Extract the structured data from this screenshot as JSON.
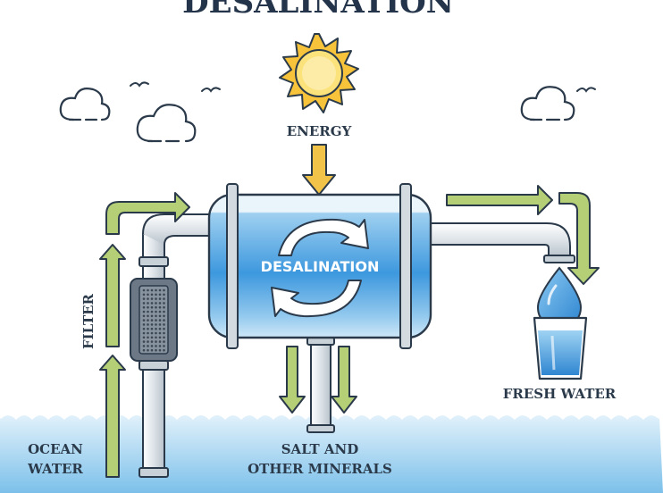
{
  "title": "DESALINATION",
  "labels": {
    "energy": "ENERGY",
    "tank": "DESALINATION",
    "filter": "FILTER",
    "fresh_water": "FRESH WATER",
    "ocean_line1": "OCEAN",
    "ocean_line2": "WATER",
    "salt_line1": "SALT AND",
    "salt_line2": "OTHER MINERALS"
  },
  "icons": [
    "sun-icon",
    "cloud-icon",
    "bird-icon",
    "water-drop-icon",
    "glass-icon",
    "recycle-arrows-icon",
    "filter-icon",
    "pipe-icon",
    "wave-icon"
  ],
  "colors": {
    "outline": "#2b3a4a",
    "water_blue": "#3a8fd6",
    "light_blue": "#cfe8f8",
    "arrow_green": "#b5cf77",
    "sun_yellow": "#f6c33a",
    "energy_arrow": "#f2c349",
    "pipe_gray": "#d9dee3",
    "filter_gray": "#6c7886"
  }
}
